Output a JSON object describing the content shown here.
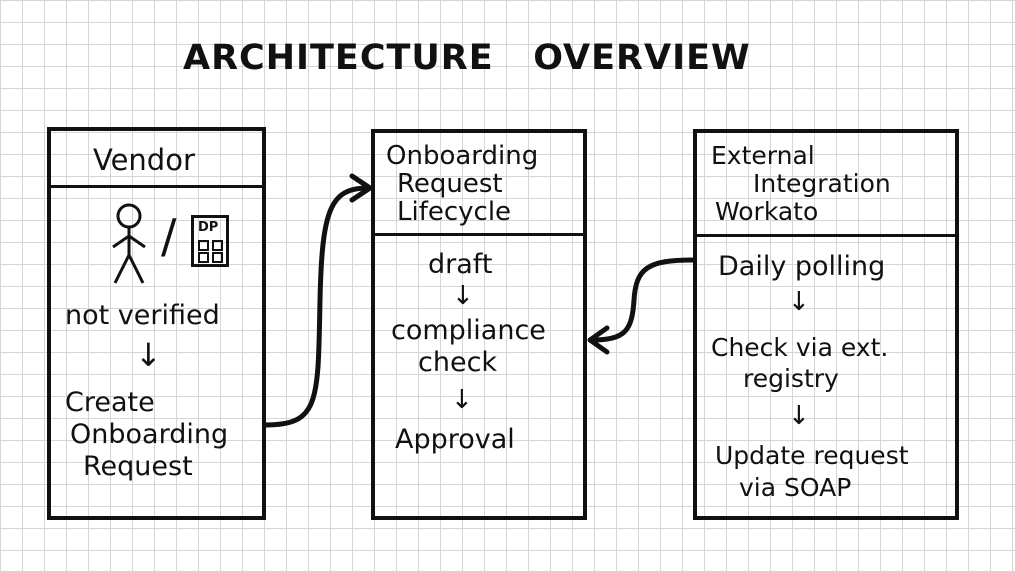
{
  "title": "ARCHITECTURE   OVERVIEW",
  "vendor": {
    "header": "Vendor",
    "icons": [
      "person-icon",
      "building-icon"
    ],
    "separator": "/",
    "building_letters": "DP",
    "status": "not verified",
    "action": [
      "Create",
      "Onboarding",
      "Request"
    ]
  },
  "lifecycle": {
    "header": [
      "Onboarding",
      "Request",
      "Lifecycle"
    ],
    "step_draft": "draft",
    "step_check": [
      "compliance",
      "check"
    ],
    "step_approval": "Approval"
  },
  "external": {
    "header": [
      "External",
      "Integration",
      "Workato"
    ],
    "step_poll": "Daily polling",
    "step_check": [
      "Check via ext.",
      "registry"
    ],
    "step_update": [
      "Update request",
      "via SOAP"
    ]
  },
  "colors": {
    "ink": "#111111",
    "grid": "#d6d6d6",
    "background": "#ffffff"
  }
}
